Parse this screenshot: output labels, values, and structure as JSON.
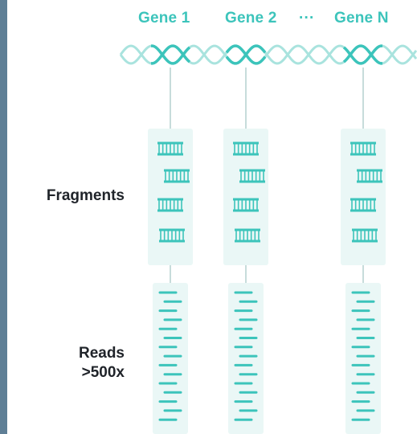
{
  "genes": {
    "gene1": "Gene 1",
    "gene2": "Gene 2",
    "ellipsis": "···",
    "geneN": "Gene N"
  },
  "labels": {
    "fragments": "Fragments",
    "reads_line1": "Reads",
    "reads_line2": ">500x"
  },
  "colors": {
    "accent": "#3cc4bb",
    "dna_strand": "#a9e3de",
    "column_bg": "#eaf7f6",
    "connector": "#c7dcdb",
    "text": "#20242a",
    "frame_edge": "#5f7f96"
  },
  "structure": {
    "columns": [
      "gene-1",
      "gene-2",
      "gene-n"
    ],
    "fragments_per_column": 4,
    "reads_per_column": 15
  }
}
